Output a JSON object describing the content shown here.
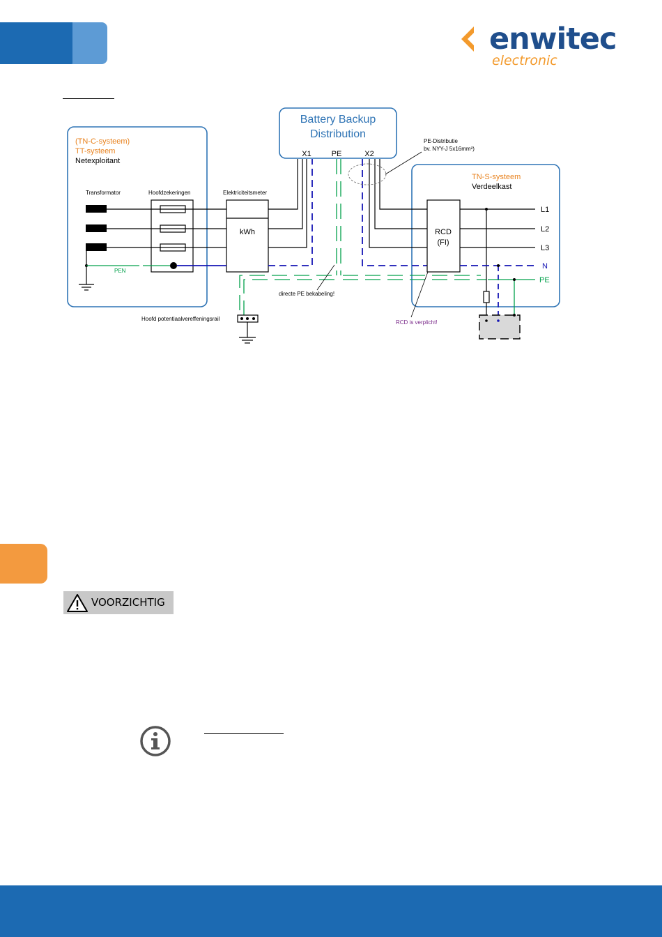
{
  "brand": {
    "name": "enwitec",
    "sub": "electronic",
    "primary_color": "#1c6ab2",
    "accent_color": "#f39a2c"
  },
  "diagram": {
    "bbd": {
      "line1": "Battery Backup",
      "line2": "Distribution",
      "x1": "X1",
      "pe": "PE",
      "x2": "X2"
    },
    "left_box": {
      "line1": "(TN-C-systeem)",
      "line2": "TT-systeem",
      "line3": "Netexploitant"
    },
    "transformator": "Transformator",
    "hoofdzekeringen": "Hoofdzekeringen",
    "elektriciteitsmeter": "Elektriciteitsmeter",
    "kwh": "kWh",
    "pen": "PEN",
    "pe_dist": {
      "line1": "PE-Distributie",
      "line2": "bv. NYY-J 5x16mm²)"
    },
    "right_box": {
      "line1": "TN-S-systeem",
      "line2": "Verdeelkast"
    },
    "rcd": {
      "line1": "RCD",
      "line2": "(FI)"
    },
    "phases": {
      "l1": "L1",
      "l2": "L2",
      "l3": "L3",
      "n": "N",
      "pe": "PE"
    },
    "directe_pe": "directe PE bekabeling!",
    "rcd_note": "RCD is verplicht!",
    "hoofd_pot": "Hoofd potentiaalvereffeningsrail",
    "colors": {
      "frame": "#2f74b5",
      "orange": "#e8821e",
      "green": "#00a04a",
      "neutral": "#1414b4",
      "purple": "#7a2a8a"
    }
  },
  "caution": {
    "label": "VOORZICHTIG",
    "icon": "warning-triangle-icon"
  },
  "info": {
    "icon": "info-circle-icon"
  }
}
